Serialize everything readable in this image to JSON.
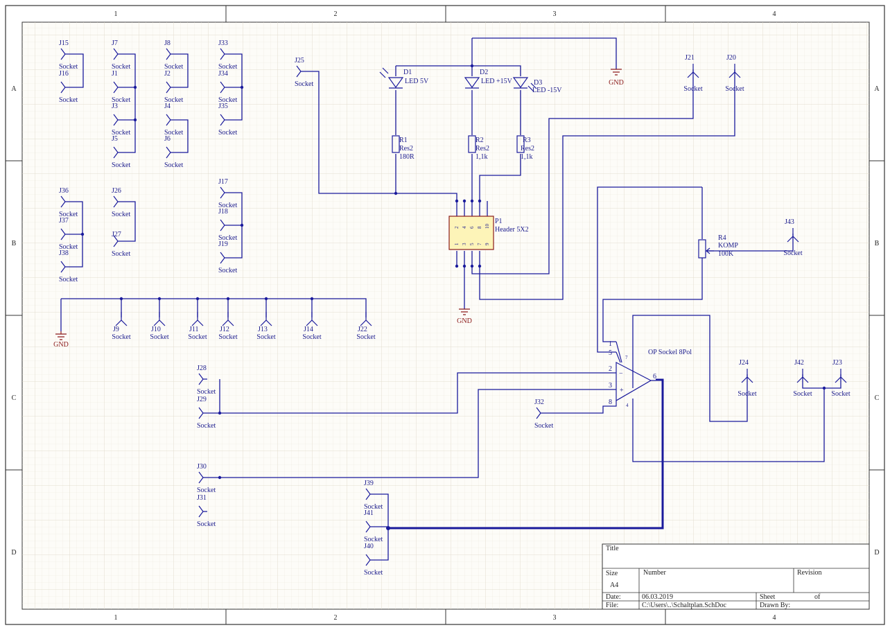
{
  "frame": {
    "columns": [
      "1",
      "2",
      "3",
      "4"
    ],
    "rows": [
      "A",
      "B",
      "C",
      "D"
    ]
  },
  "connectors": [
    {
      "ref": "J15",
      "value": "Socket"
    },
    {
      "ref": "J16",
      "value": "Socket"
    },
    {
      "ref": "J7",
      "value": "Socket"
    },
    {
      "ref": "J1",
      "value": "Socket"
    },
    {
      "ref": "J3",
      "value": "Socket"
    },
    {
      "ref": "J5",
      "value": "Socket"
    },
    {
      "ref": "J8",
      "value": "Socket"
    },
    {
      "ref": "J2",
      "value": "Socket"
    },
    {
      "ref": "J4",
      "value": "Socket"
    },
    {
      "ref": "J6",
      "value": "Socket"
    },
    {
      "ref": "J33",
      "value": "Socket"
    },
    {
      "ref": "J34",
      "value": "Socket"
    },
    {
      "ref": "J35",
      "value": "Socket"
    },
    {
      "ref": "J36",
      "value": "Socket"
    },
    {
      "ref": "J37",
      "value": "Socket"
    },
    {
      "ref": "J38",
      "value": "Socket"
    },
    {
      "ref": "J26",
      "value": "Socket"
    },
    {
      "ref": "J27",
      "value": "Socket"
    },
    {
      "ref": "J17",
      "value": "Socket"
    },
    {
      "ref": "J18",
      "value": "Socket"
    },
    {
      "ref": "J19",
      "value": "Socket"
    },
    {
      "ref": "J25",
      "value": "Socket"
    },
    {
      "ref": "J21",
      "value": "Socket"
    },
    {
      "ref": "J20",
      "value": "Socket"
    },
    {
      "ref": "J43",
      "value": "Socket"
    },
    {
      "ref": "J9",
      "value": "Socket"
    },
    {
      "ref": "J10",
      "value": "Socket"
    },
    {
      "ref": "J11",
      "value": "Socket"
    },
    {
      "ref": "J12",
      "value": "Socket"
    },
    {
      "ref": "J13",
      "value": "Socket"
    },
    {
      "ref": "J14",
      "value": "Socket"
    },
    {
      "ref": "J22",
      "value": "Socket"
    },
    {
      "ref": "J28",
      "value": "Socket"
    },
    {
      "ref": "J29",
      "value": "Socket"
    },
    {
      "ref": "J30",
      "value": "Socket"
    },
    {
      "ref": "J31",
      "value": "Socket"
    },
    {
      "ref": "J39",
      "value": "Socket"
    },
    {
      "ref": "J41",
      "value": "Socket"
    },
    {
      "ref": "J40",
      "value": "Socket"
    },
    {
      "ref": "J32",
      "value": "Socket"
    },
    {
      "ref": "J24",
      "value": "Socket"
    },
    {
      "ref": "J42",
      "value": "Socket"
    },
    {
      "ref": "J23",
      "value": "Socket"
    }
  ],
  "leds": [
    {
      "ref": "D1",
      "value": "LED 5V"
    },
    {
      "ref": "D2",
      "value": "LED +15V"
    },
    {
      "ref": "D3",
      "value": "LED -15V"
    }
  ],
  "resistors": [
    {
      "ref": "R1",
      "type": "Res2",
      "value": "180R"
    },
    {
      "ref": "R2",
      "type": "Res2",
      "value": "1,1k"
    },
    {
      "ref": "R3",
      "type": "Res2",
      "value": "1,1k"
    }
  ],
  "pot": {
    "ref": "R4",
    "type": "KOMP",
    "value": "100K"
  },
  "header": {
    "ref": "P1",
    "value": "Header 5X2",
    "pins_top": [
      "2",
      "4",
      "6",
      "8",
      "10"
    ],
    "pins_bottom": [
      "1",
      "3",
      "5",
      "7",
      "9"
    ]
  },
  "opamp": {
    "name": "OP Sockel 8Pol",
    "pins": {
      "p1": "1",
      "p5": "5",
      "p2": "2",
      "p3": "3",
      "p8": "8",
      "p6": "6",
      "p7": "7",
      "p4": "4"
    },
    "minus": "−",
    "plus": "+"
  },
  "gnd_label": "GND",
  "title_block": {
    "title_label": "Title",
    "size_label": "Size",
    "size_value": "A4",
    "number_label": "Number",
    "revision_label": "Revision",
    "date_label": "Date:",
    "date_value": "06.03.2019",
    "sheet_label": "Sheet",
    "of_label": "of",
    "file_label": "File:",
    "file_value": "C:\\Users\\..\\Schaltplan.SchDoc",
    "drawn_label": "Drawn By:"
  }
}
